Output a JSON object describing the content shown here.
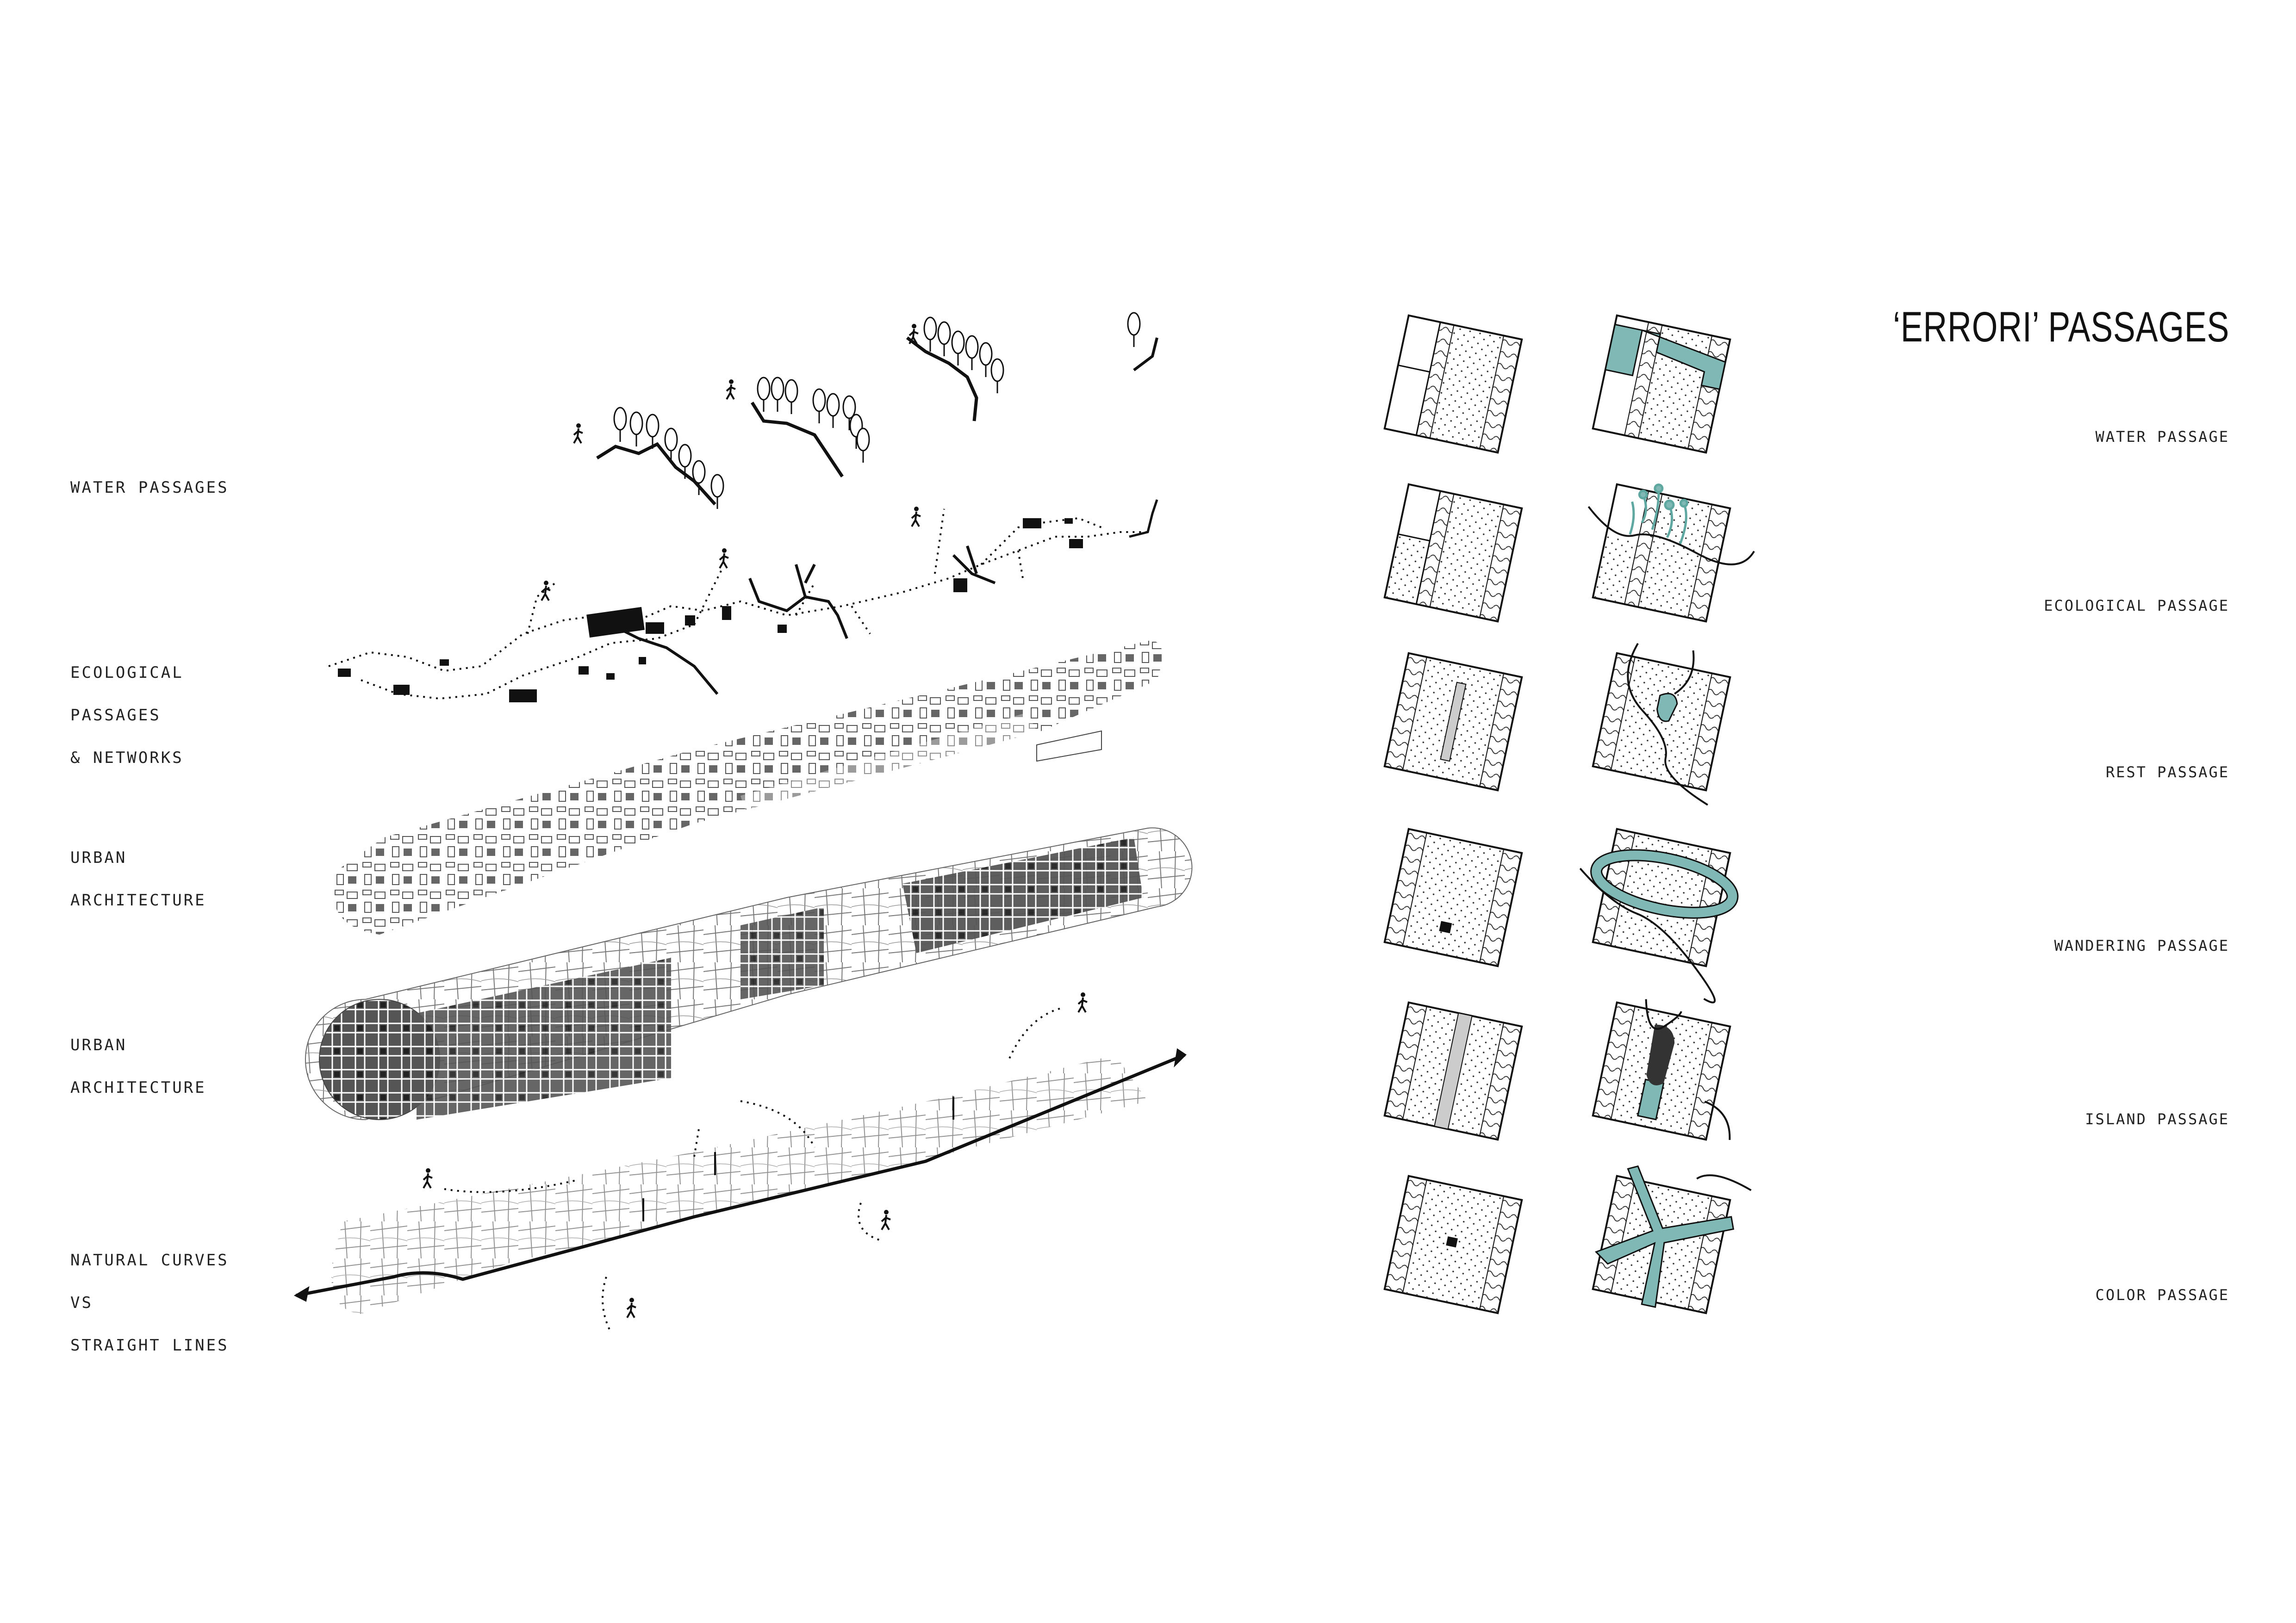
{
  "title": "‘ERRORI’ PASSAGES",
  "left_labels": [
    {
      "lines": [
        "WATER PASSAGES"
      ]
    },
    {
      "lines": [
        "ECOLOGICAL",
        "PASSAGES",
        "& NETWORKS"
      ]
    },
    {
      "lines": [
        "URBAN",
        "ARCHITECTURE"
      ]
    },
    {
      "lines": [
        "URBAN",
        "ARCHITECTURE"
      ]
    },
    {
      "lines": [
        "NATURAL CURVES",
        "VS",
        "STRAIGHT LINES"
      ]
    }
  ],
  "passages": [
    {
      "label": "WATER PASSAGE"
    },
    {
      "label": "ECOLOGICAL PASSAGE"
    },
    {
      "label": "REST PASSAGE"
    },
    {
      "label": "WANDERING PASSAGE"
    },
    {
      "label": "ISLAND PASSAGE"
    },
    {
      "label": "COLOR PASSAGE"
    }
  ],
  "colors": {
    "accent": "#7fb8b4",
    "ink": "#111111"
  }
}
